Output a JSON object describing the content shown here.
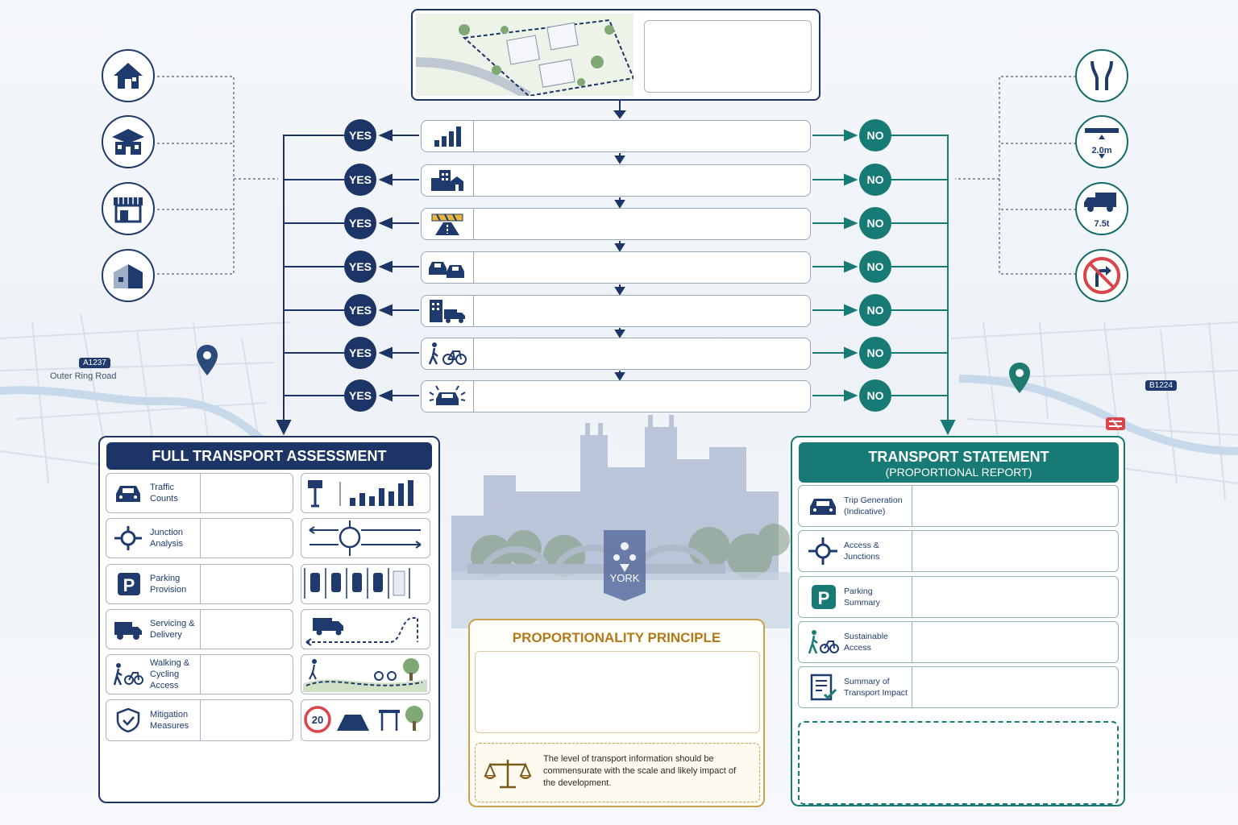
{
  "top_box": {
    "text": ""
  },
  "flow": {
    "yes_label": "YES",
    "no_label": "NO",
    "rows": [
      {
        "icon": "bar-chart-icon",
        "text": ""
      },
      {
        "icon": "buildings-icon",
        "text": ""
      },
      {
        "icon": "road-barrier-icon",
        "text": ""
      },
      {
        "icon": "cars-icon",
        "text": ""
      },
      {
        "icon": "building-truck-icon",
        "text": ""
      },
      {
        "icon": "walk-cycle-icon",
        "text": ""
      },
      {
        "icon": "car-alert-icon",
        "text": ""
      }
    ]
  },
  "left_icons": [
    "house-icon",
    "school-icon",
    "shop-icon",
    "warehouse-icon"
  ],
  "right_icons": [
    "narrow-road-icon",
    "height-limit-icon",
    "weight-limit-icon",
    "no-right-turn-icon"
  ],
  "right_icon_labels": {
    "height": "2.0m",
    "weight": "7.5t"
  },
  "map": {
    "left_road_badge": "A1237",
    "left_road_name": "Outer Ring Road",
    "right_road_badge": "B1224"
  },
  "full_assessment": {
    "title": "FULL TRANSPORT ASSESSMENT",
    "items": [
      {
        "label": "Traffic\nCounts",
        "icon": "car-icon"
      },
      {
        "label": "Junction\nAnalysis",
        "icon": "junction-icon"
      },
      {
        "label": "Parking\nProvision",
        "icon": "parking-icon"
      },
      {
        "label": "Servicing &\nDelivery",
        "icon": "truck-icon"
      },
      {
        "label": "Walking &\nCycling Access",
        "icon": "walk-cycle-icon"
      },
      {
        "label": "Mitigation\nMeasures",
        "icon": "shield-check-icon"
      }
    ],
    "speed_sign": "20"
  },
  "statement": {
    "title": "TRANSPORT STATEMENT",
    "subtitle": "(PROPORTIONAL REPORT)",
    "items": [
      {
        "label": "Trip Generation\n(Indicative)",
        "icon": "car-icon"
      },
      {
        "label": "Access &\nJunctions",
        "icon": "junction-icon"
      },
      {
        "label": "Parking\nSummary",
        "icon": "parking-icon"
      },
      {
        "label": "Sustainable\nAccess",
        "icon": "walk-cycle-icon"
      },
      {
        "label": "Summary of\nTransport Impact",
        "icon": "checklist-icon"
      }
    ]
  },
  "principle": {
    "title": "PROPORTIONALITY PRINCIPLE",
    "text": "The level of transport information should be commensurate with the scale and likely impact of the development."
  },
  "york_crest": "YORK",
  "colors": {
    "navy": "#1c3566",
    "teal": "#177a75",
    "gold": "#b07a1a"
  }
}
